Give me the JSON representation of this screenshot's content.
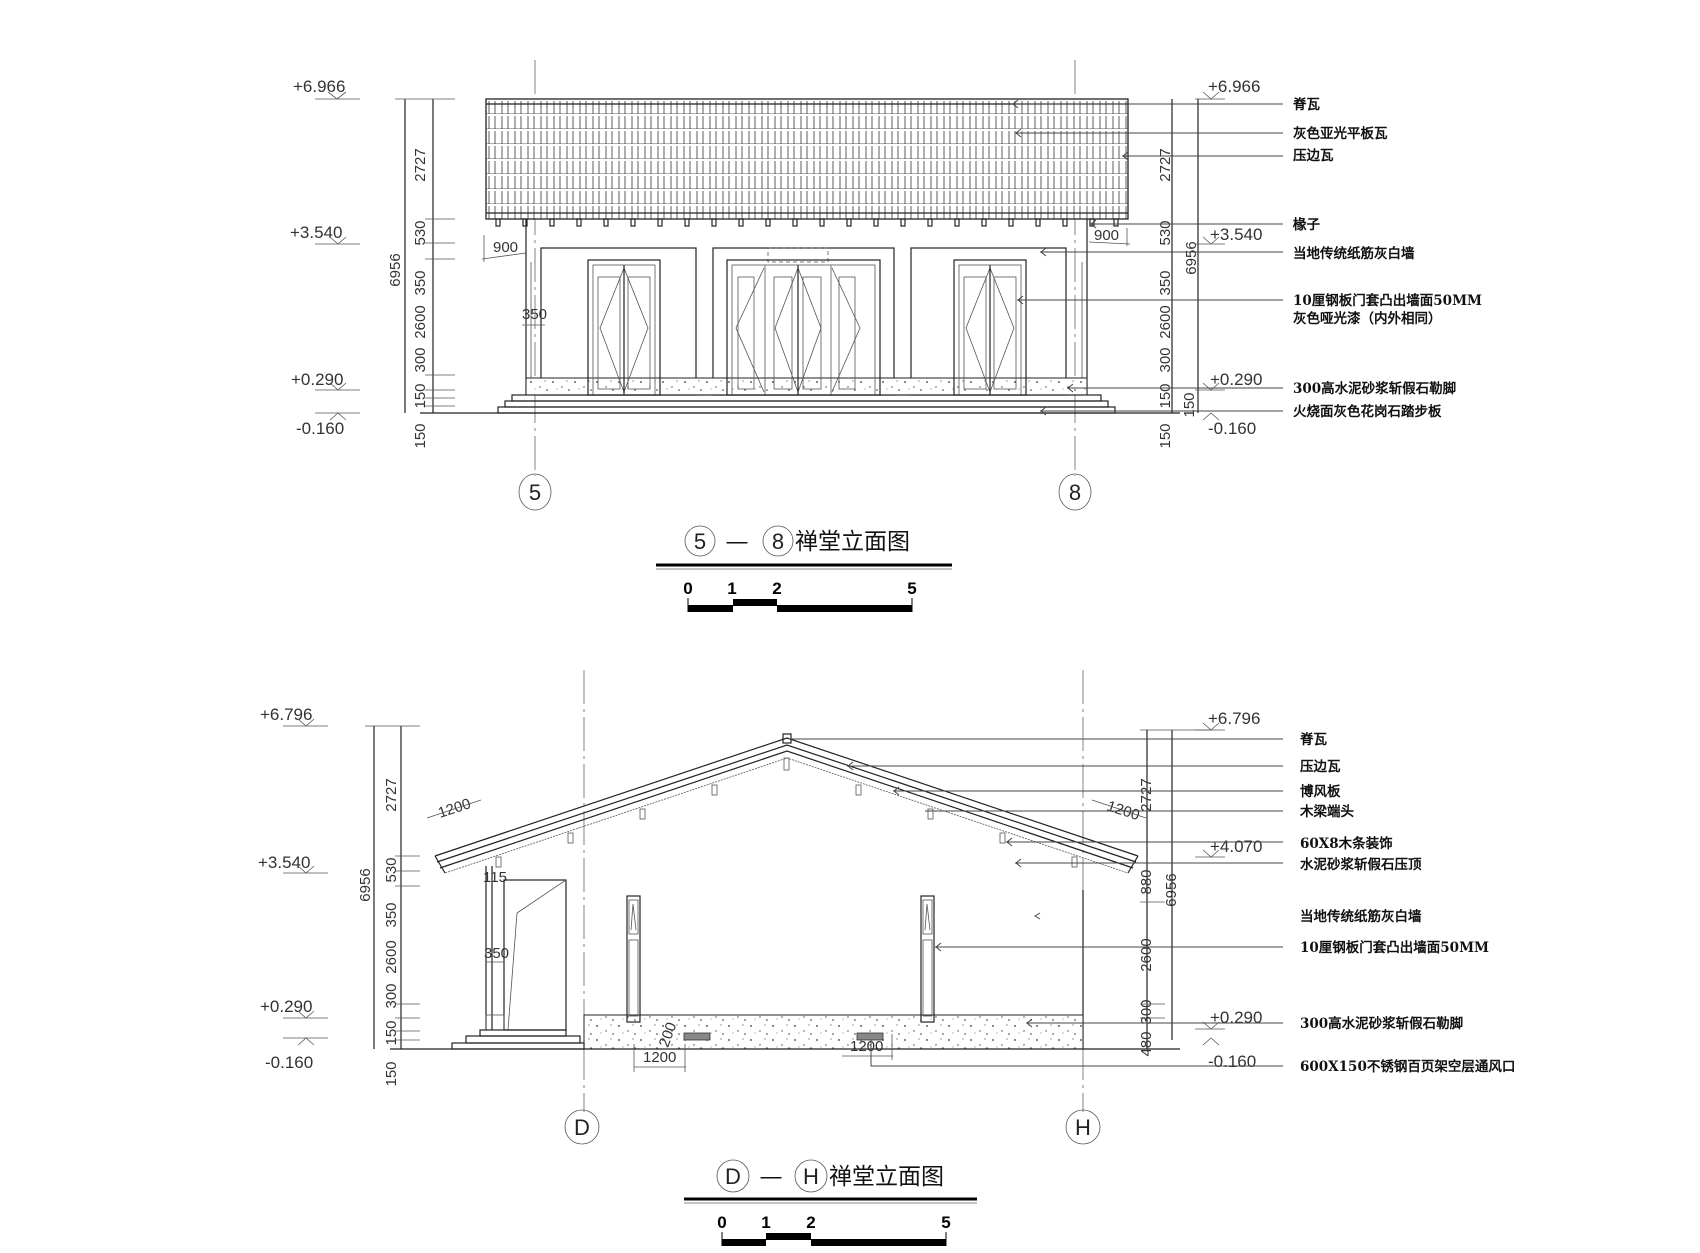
{
  "drawing_top": {
    "title": "禅堂立面图",
    "grid_start": "5",
    "grid_end": "8",
    "title_sep": "—",
    "elevations_left": [
      "+6.966",
      "+3.540",
      "+0.290",
      "-0.160"
    ],
    "elevations_right": [
      "+6.966",
      "+3.540",
      "+0.290",
      "-0.160"
    ],
    "dims_left": [
      "2727",
      "530",
      "350",
      "2600",
      "300",
      "150",
      "150",
      "150"
    ],
    "dim_total": "6956",
    "dim_overhang": "900",
    "dim_pier": "350",
    "labels": [
      "脊瓦",
      "灰色亚光平板瓦",
      "压边瓦",
      "椽子",
      "当地传统纸筋灰白墙",
      "10厘钢板门套凸出墙面50MM",
      "灰色哑光漆（内外相同）",
      "300高水泥砂浆斩假石勒脚",
      "火烧面灰色花岗石踏步板"
    ],
    "scale_ticks": [
      "0",
      "1",
      "2",
      "5"
    ]
  },
  "drawing_bottom": {
    "title": "禅堂立面图",
    "grid_start": "D",
    "grid_end": "H",
    "title_sep": "—",
    "elevations_left": [
      "+6.796",
      "+3.540",
      "+0.290",
      "-0.160"
    ],
    "elevations_right": [
      "+6.796",
      "+4.070",
      "+0.290",
      "-0.160"
    ],
    "dims_left": [
      "2727",
      "530",
      "350",
      "2600",
      "300",
      "150",
      "150",
      "150"
    ],
    "dims_right": [
      "2727",
      "880",
      "2600",
      "300",
      "480"
    ],
    "dim_total": "6956",
    "dim_overhang": "1200",
    "dim_post": "115",
    "dim_pier": "350",
    "dim_vent_height": "200",
    "dim_vent_spacing": "1200",
    "labels": [
      "脊瓦",
      "压边瓦",
      "博风板",
      "木梁端头",
      "60X8木条装饰",
      "水泥砂浆斩假石压顶",
      "当地传统纸筋灰白墙",
      "10厘钢板门套凸出墙面50MM",
      "300高水泥砂浆斩假石勒脚",
      "600X150不锈钢百页架空层通风口"
    ],
    "scale_ticks": [
      "0",
      "1",
      "2",
      "5"
    ]
  },
  "colors": {
    "line": "#222222",
    "background": "#ffffff"
  }
}
